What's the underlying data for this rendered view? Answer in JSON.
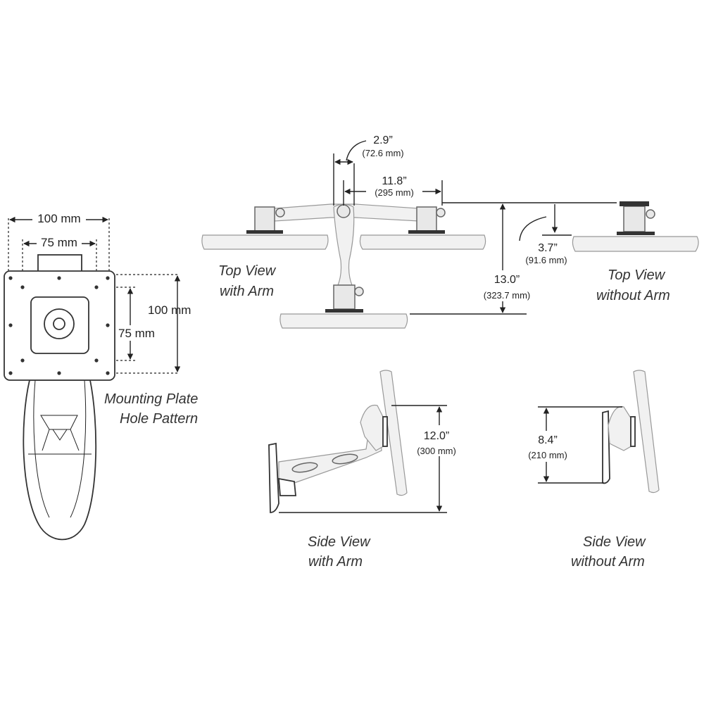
{
  "mounting_plate": {
    "outer_width": "100 mm",
    "inner_width": "75 mm",
    "outer_height": "100 mm",
    "inner_height": "75 mm",
    "caption_line1": "Mounting Plate",
    "caption_line2": "Hole Pattern"
  },
  "top_view_with_arm": {
    "caption_line1": "Top View",
    "caption_line2": "with Arm",
    "dim_a_in": "2.9”",
    "dim_a_mm": "(72.6 mm)",
    "dim_b_in": "11.8”",
    "dim_b_mm": "(295 mm)",
    "dim_c_in": "13.0”",
    "dim_c_mm": "(323.7 mm)"
  },
  "top_view_without_arm": {
    "caption_line1": "Top View",
    "caption_line2": "without Arm",
    "dim_in": "3.7”",
    "dim_mm": "(91.6 mm)"
  },
  "side_view_with_arm": {
    "caption_line1": "Side View",
    "caption_line2": "with Arm",
    "dim_in": "12.0”",
    "dim_mm": "(300 mm)"
  },
  "side_view_without_arm": {
    "caption_line1": "Side View",
    "caption_line2": "without Arm",
    "dim_in": "8.4”",
    "dim_mm": "(210 mm)"
  }
}
